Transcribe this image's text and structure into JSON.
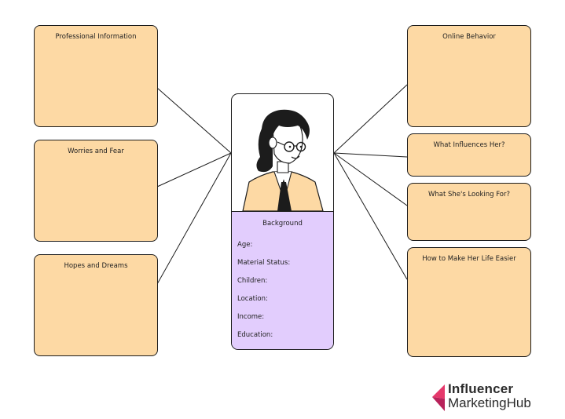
{
  "left_boxes": [
    {
      "title": "Professional Information"
    },
    {
      "title": "Worries and Fear"
    },
    {
      "title": "Hopes and Dreams"
    }
  ],
  "right_boxes": [
    {
      "title": "Online Behavior"
    },
    {
      "title": "What Influences Her?"
    },
    {
      "title": "What She's Looking For?"
    },
    {
      "title": "How to Make Her Life Easier"
    }
  ],
  "background": {
    "title": "Background",
    "fields": [
      "Age:",
      "Material Status:",
      "Children:",
      "Location:",
      "Income:",
      "Education:"
    ]
  },
  "logo": {
    "line1": "Influencer",
    "line2": "MarketingHub"
  },
  "colors": {
    "box_fill": "#fdd9a4",
    "background_fill": "#e2cdfd",
    "outline": "#1c1c1c",
    "logo_pink": "#e5386b"
  }
}
